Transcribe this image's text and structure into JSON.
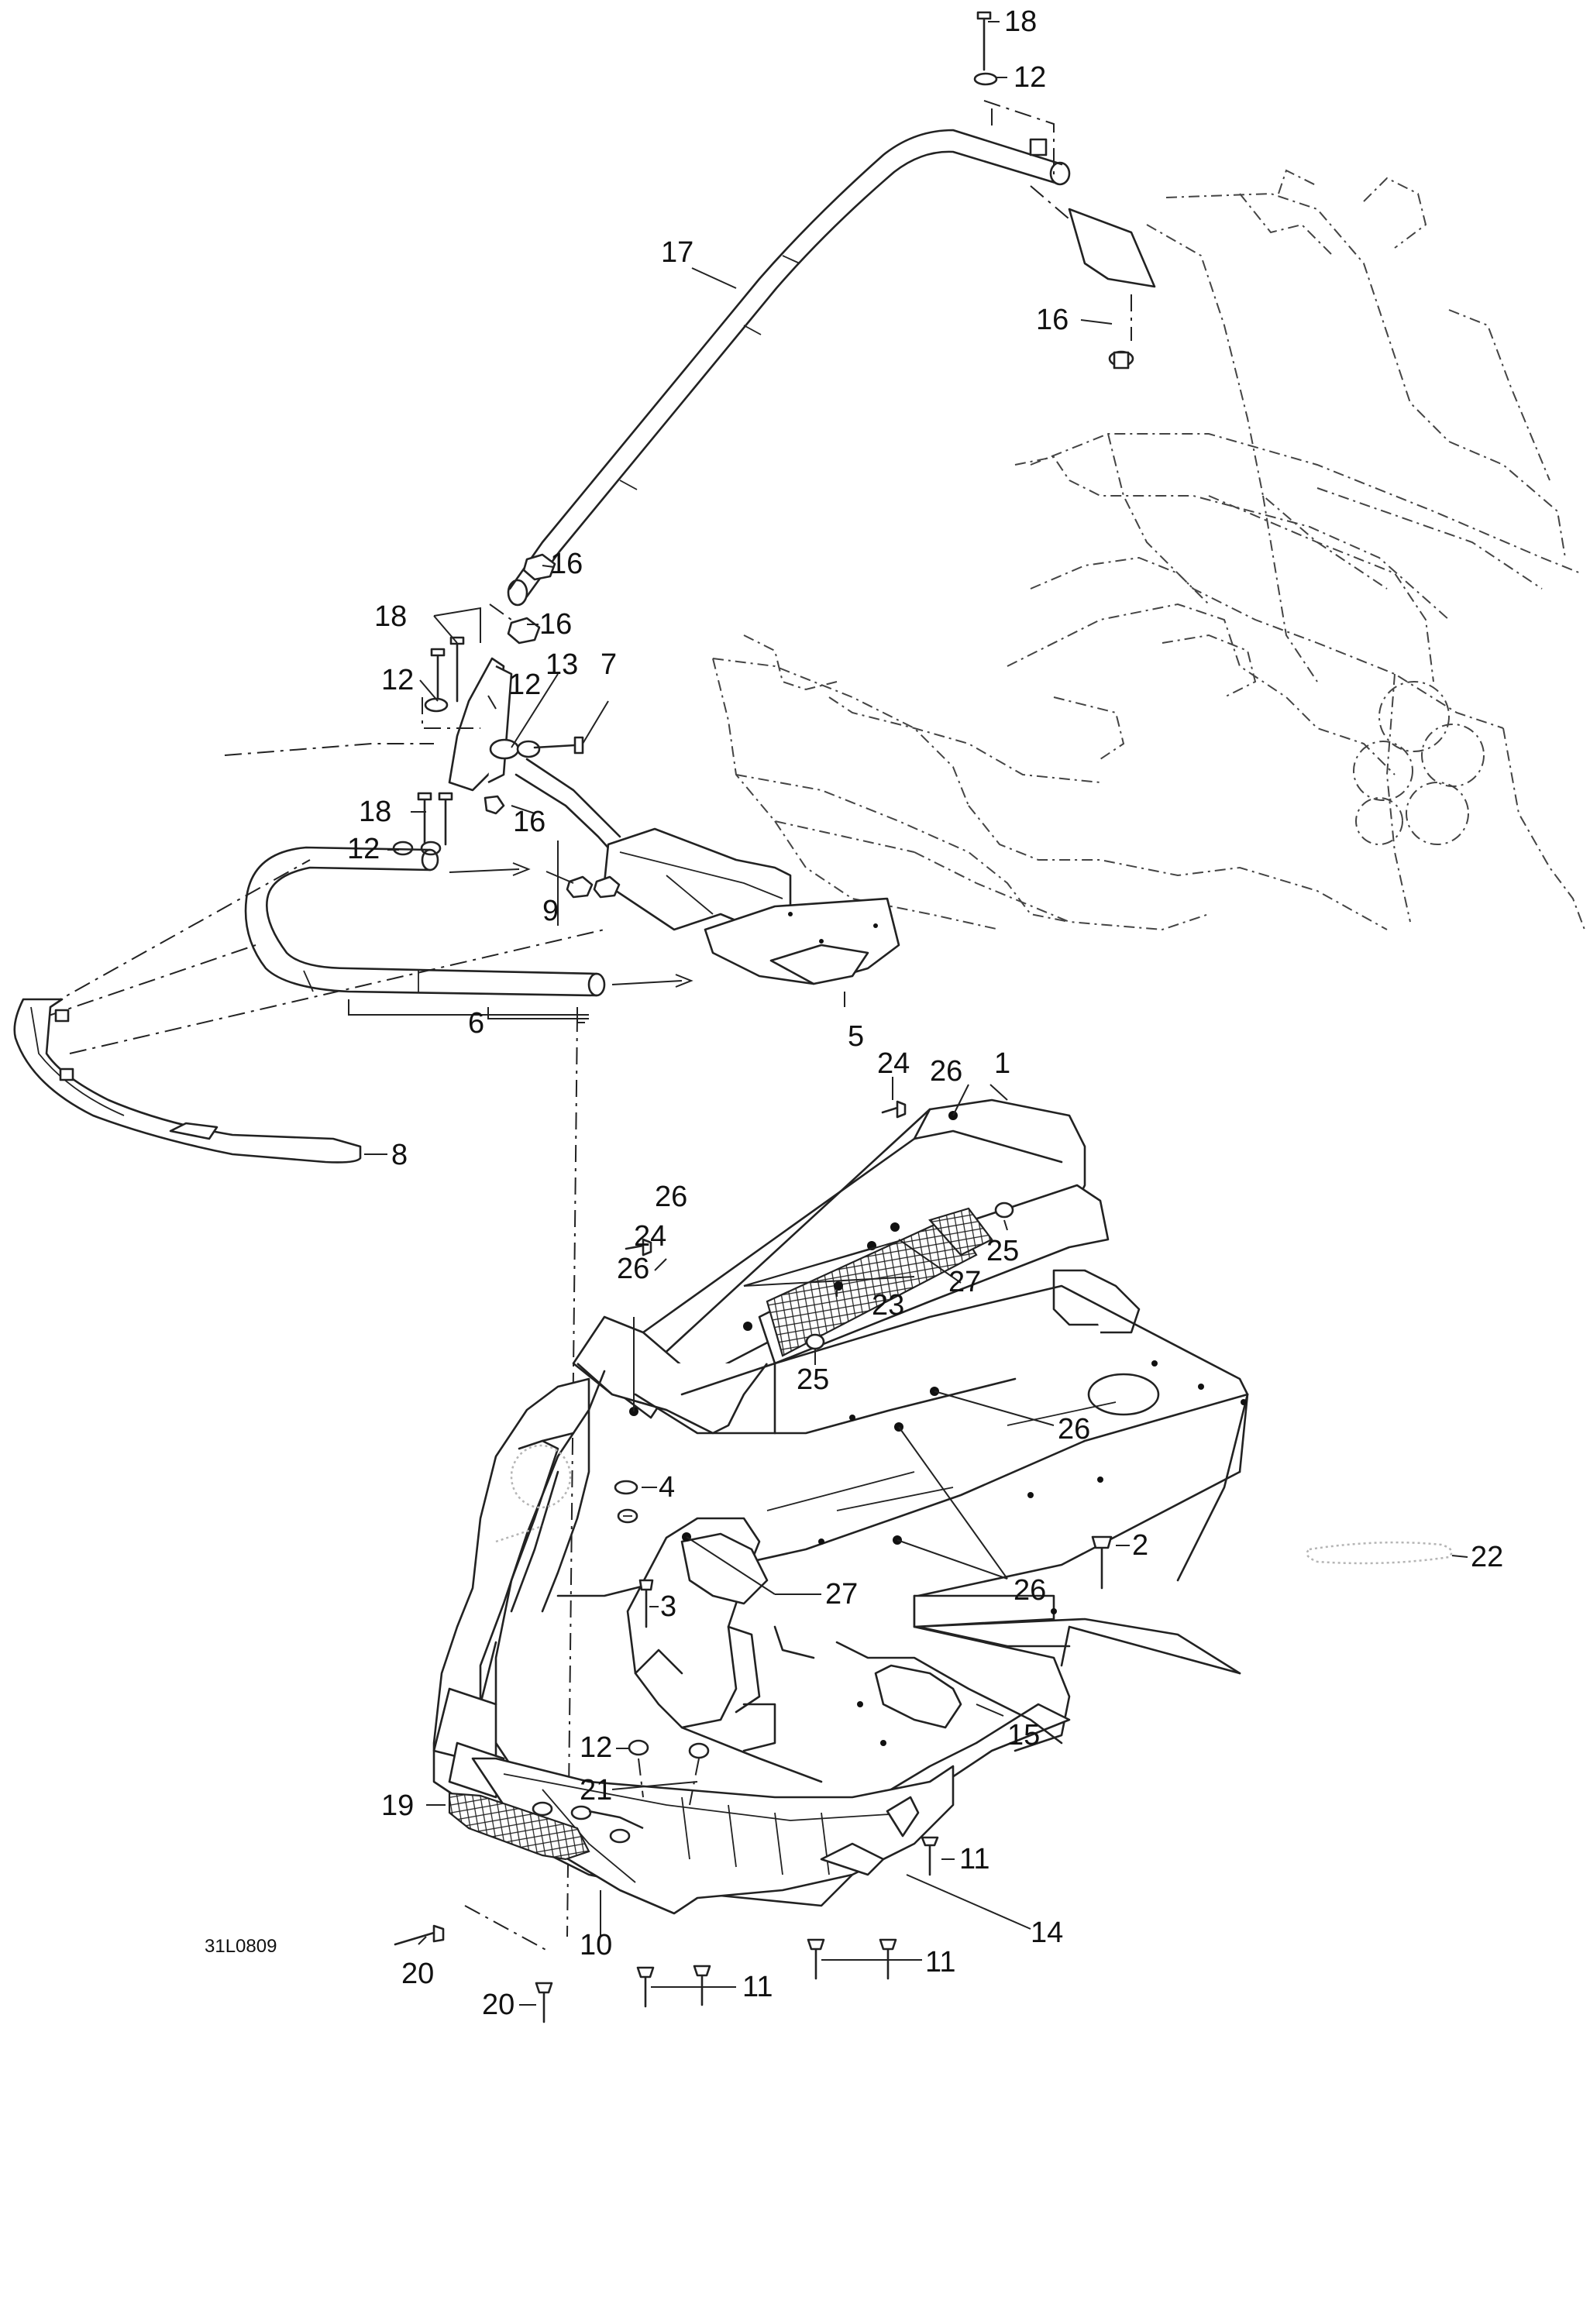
{
  "drawing_code": "31L0809",
  "callouts": [
    {
      "id": "c18a",
      "text": "18"
    },
    {
      "id": "c12a",
      "text": "12"
    },
    {
      "id": "c17",
      "text": "17"
    },
    {
      "id": "c16a",
      "text": "16"
    },
    {
      "id": "c16b",
      "text": "16"
    },
    {
      "id": "c16c",
      "text": "16"
    },
    {
      "id": "c18b",
      "text": "18"
    },
    {
      "id": "c12b",
      "text": "12"
    },
    {
      "id": "c12c",
      "text": "12"
    },
    {
      "id": "c13",
      "text": "13"
    },
    {
      "id": "c7",
      "text": "7"
    },
    {
      "id": "c18c",
      "text": "18"
    },
    {
      "id": "c12d",
      "text": "12"
    },
    {
      "id": "c16d",
      "text": "16"
    },
    {
      "id": "c9",
      "text": "9"
    },
    {
      "id": "c6",
      "text": "6"
    },
    {
      "id": "c5",
      "text": "5"
    },
    {
      "id": "c8",
      "text": "8"
    },
    {
      "id": "c26a",
      "text": "26"
    },
    {
      "id": "c1",
      "text": "1"
    },
    {
      "id": "c24a",
      "text": "24"
    },
    {
      "id": "c26b",
      "text": "26"
    },
    {
      "id": "c24b",
      "text": "24"
    },
    {
      "id": "c25a",
      "text": "25"
    },
    {
      "id": "c27a",
      "text": "27"
    },
    {
      "id": "c26c",
      "text": "26"
    },
    {
      "id": "c23",
      "text": "23"
    },
    {
      "id": "c25b",
      "text": "25"
    },
    {
      "id": "c26d",
      "text": "26"
    },
    {
      "id": "c4",
      "text": "4"
    },
    {
      "id": "c2",
      "text": "2"
    },
    {
      "id": "c22",
      "text": "22"
    },
    {
      "id": "c27b",
      "text": "27"
    },
    {
      "id": "c3",
      "text": "3"
    },
    {
      "id": "c26e",
      "text": "26"
    },
    {
      "id": "c15",
      "text": "15"
    },
    {
      "id": "c12e",
      "text": "12"
    },
    {
      "id": "c21",
      "text": "21"
    },
    {
      "id": "c19",
      "text": "19"
    },
    {
      "id": "c11a",
      "text": "11"
    },
    {
      "id": "c14",
      "text": "14"
    },
    {
      "id": "c10",
      "text": "10"
    },
    {
      "id": "c11b",
      "text": "11"
    },
    {
      "id": "c11c",
      "text": "11"
    },
    {
      "id": "c20a",
      "text": "20"
    },
    {
      "id": "c20b",
      "text": "20"
    }
  ]
}
